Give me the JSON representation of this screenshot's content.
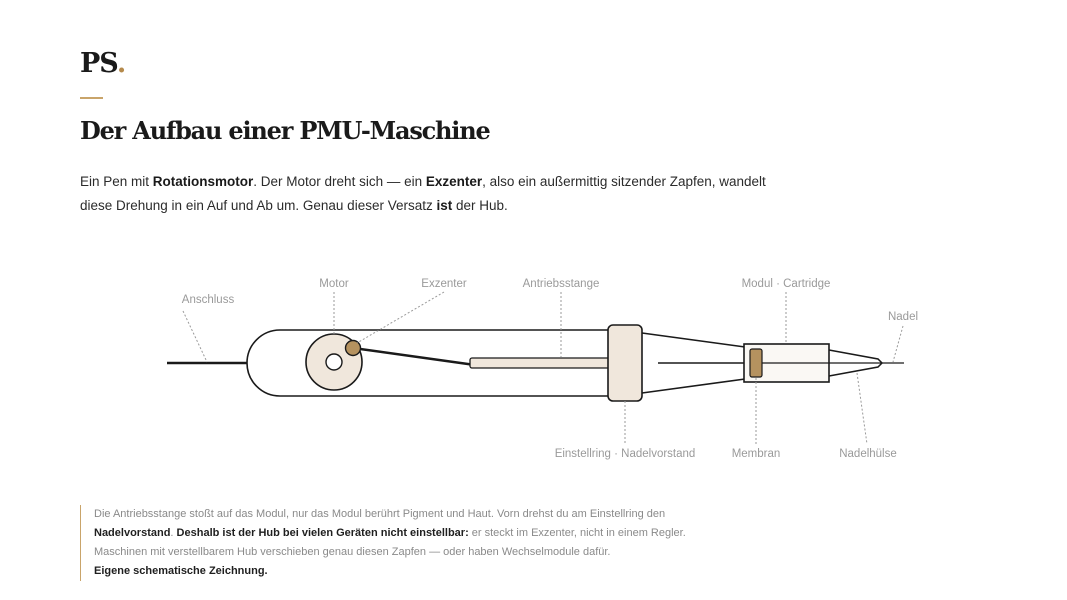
{
  "brand": {
    "logo_text": "PS",
    "logo_dot": ".",
    "accent_color": "#b58a4c"
  },
  "heading": {
    "title": "Der Aufbau einer PMU-Maschine"
  },
  "intro": {
    "p1": "Ein Pen mit ",
    "b1": "Rotationsmotor",
    "p2": ". Der Motor dreht sich — ein ",
    "b2": "Exzenter",
    "p3": ", also ein außermittig sitzender Zapfen, wandelt diese Drehung in ein Auf und Ab um. Genau dieser Versatz ",
    "b3": "ist",
    "p4": " der Hub."
  },
  "diagram": {
    "labels": {
      "anschluss": "Anschluss",
      "motor": "Motor",
      "exzenter": "Exzenter",
      "antriebsstange": "Antriebsstange",
      "modul": "Modul · Cartridge",
      "nadel": "Nadel",
      "einstellring": "Einstellring · Nadelvorstand",
      "membran": "Membran",
      "nadelhuelse": "Nadelhülse"
    },
    "colors": {
      "part_fill": "#f0e7dc",
      "eccentric": "#b5925f",
      "outline": "#1a1a1a",
      "leader": "#9a9a9a"
    }
  },
  "caption": {
    "t1": "Die Antriebsstange stoßt auf das Modul, nur das Modul berührt Pigment und Haut. Vorn drehst du am Einstellring den ",
    "b1": "Nadelvorstand",
    "t2": ". ",
    "b2": "Deshalb ist der Hub bei vielen Geräten nicht einstellbar:",
    "t3": " er steckt im Exzenter, nicht in einem Regler. Maschinen mit verstellbarem Hub verschieben genau diesen Zapfen — oder haben Wechselmodule dafür.",
    "b3": "Eigene schematische Zeichnung."
  }
}
